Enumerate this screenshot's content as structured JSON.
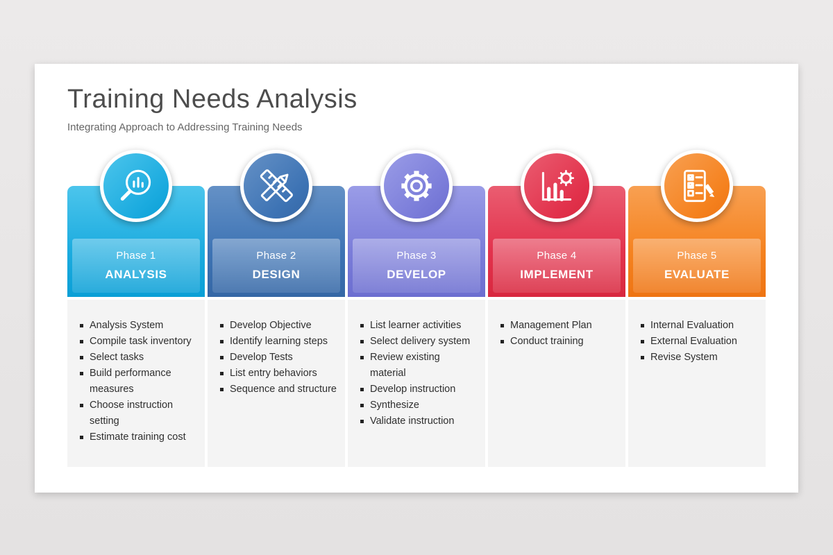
{
  "slide": {
    "title": "Training Needs Analysis",
    "subtitle": "Integrating Approach to Addressing Training Needs"
  },
  "phases": [
    {
      "phase_label": "Phase 1",
      "name": "ANALYSIS",
      "icon": "magnifier-chart-icon",
      "colors": {
        "main": "#1babdf",
        "light": "#4cc5ec",
        "dark": "#0a9fd6"
      },
      "items": [
        "Analysis System",
        "Compile task inventory",
        "Select tasks",
        "Build performance measures",
        "Choose instruction setting",
        "Estimate training cost"
      ]
    },
    {
      "phase_label": "Phase 2",
      "name": "DESIGN",
      "icon": "pencil-ruler-icon",
      "colors": {
        "main": "#3d73b4",
        "light": "#6591c6",
        "dark": "#3567a5"
      },
      "items": [
        "Develop Objective",
        "Identify learning steps",
        "Develop Tests",
        "List entry behaviors",
        "Sequence and structure"
      ]
    },
    {
      "phase_label": "Phase 3",
      "name": "DEVELOP",
      "icon": "gear-icon",
      "colors": {
        "main": "#7a7cd9",
        "light": "#9a9ce7",
        "dark": "#6c6ed0"
      },
      "items": [
        "List learner activities",
        "Select delivery system",
        "Review existing material",
        "Develop instruction",
        "Synthesize",
        "Validate instruction"
      ]
    },
    {
      "phase_label": "Phase 4",
      "name": "IMPLEMENT",
      "icon": "chart-gear-icon",
      "colors": {
        "main": "#e2324c",
        "light": "#ea5d71",
        "dark": "#d8283f"
      },
      "items": [
        "Management Plan",
        "Conduct training"
      ]
    },
    {
      "phase_label": "Phase 5",
      "name": "EVALUATE",
      "icon": "checklist-pencil-icon",
      "colors": {
        "main": "#f5821f",
        "light": "#f8a052",
        "dark": "#ee7413"
      },
      "items": [
        "Internal Evaluation",
        "External Evaluation",
        "Revise System"
      ]
    }
  ]
}
